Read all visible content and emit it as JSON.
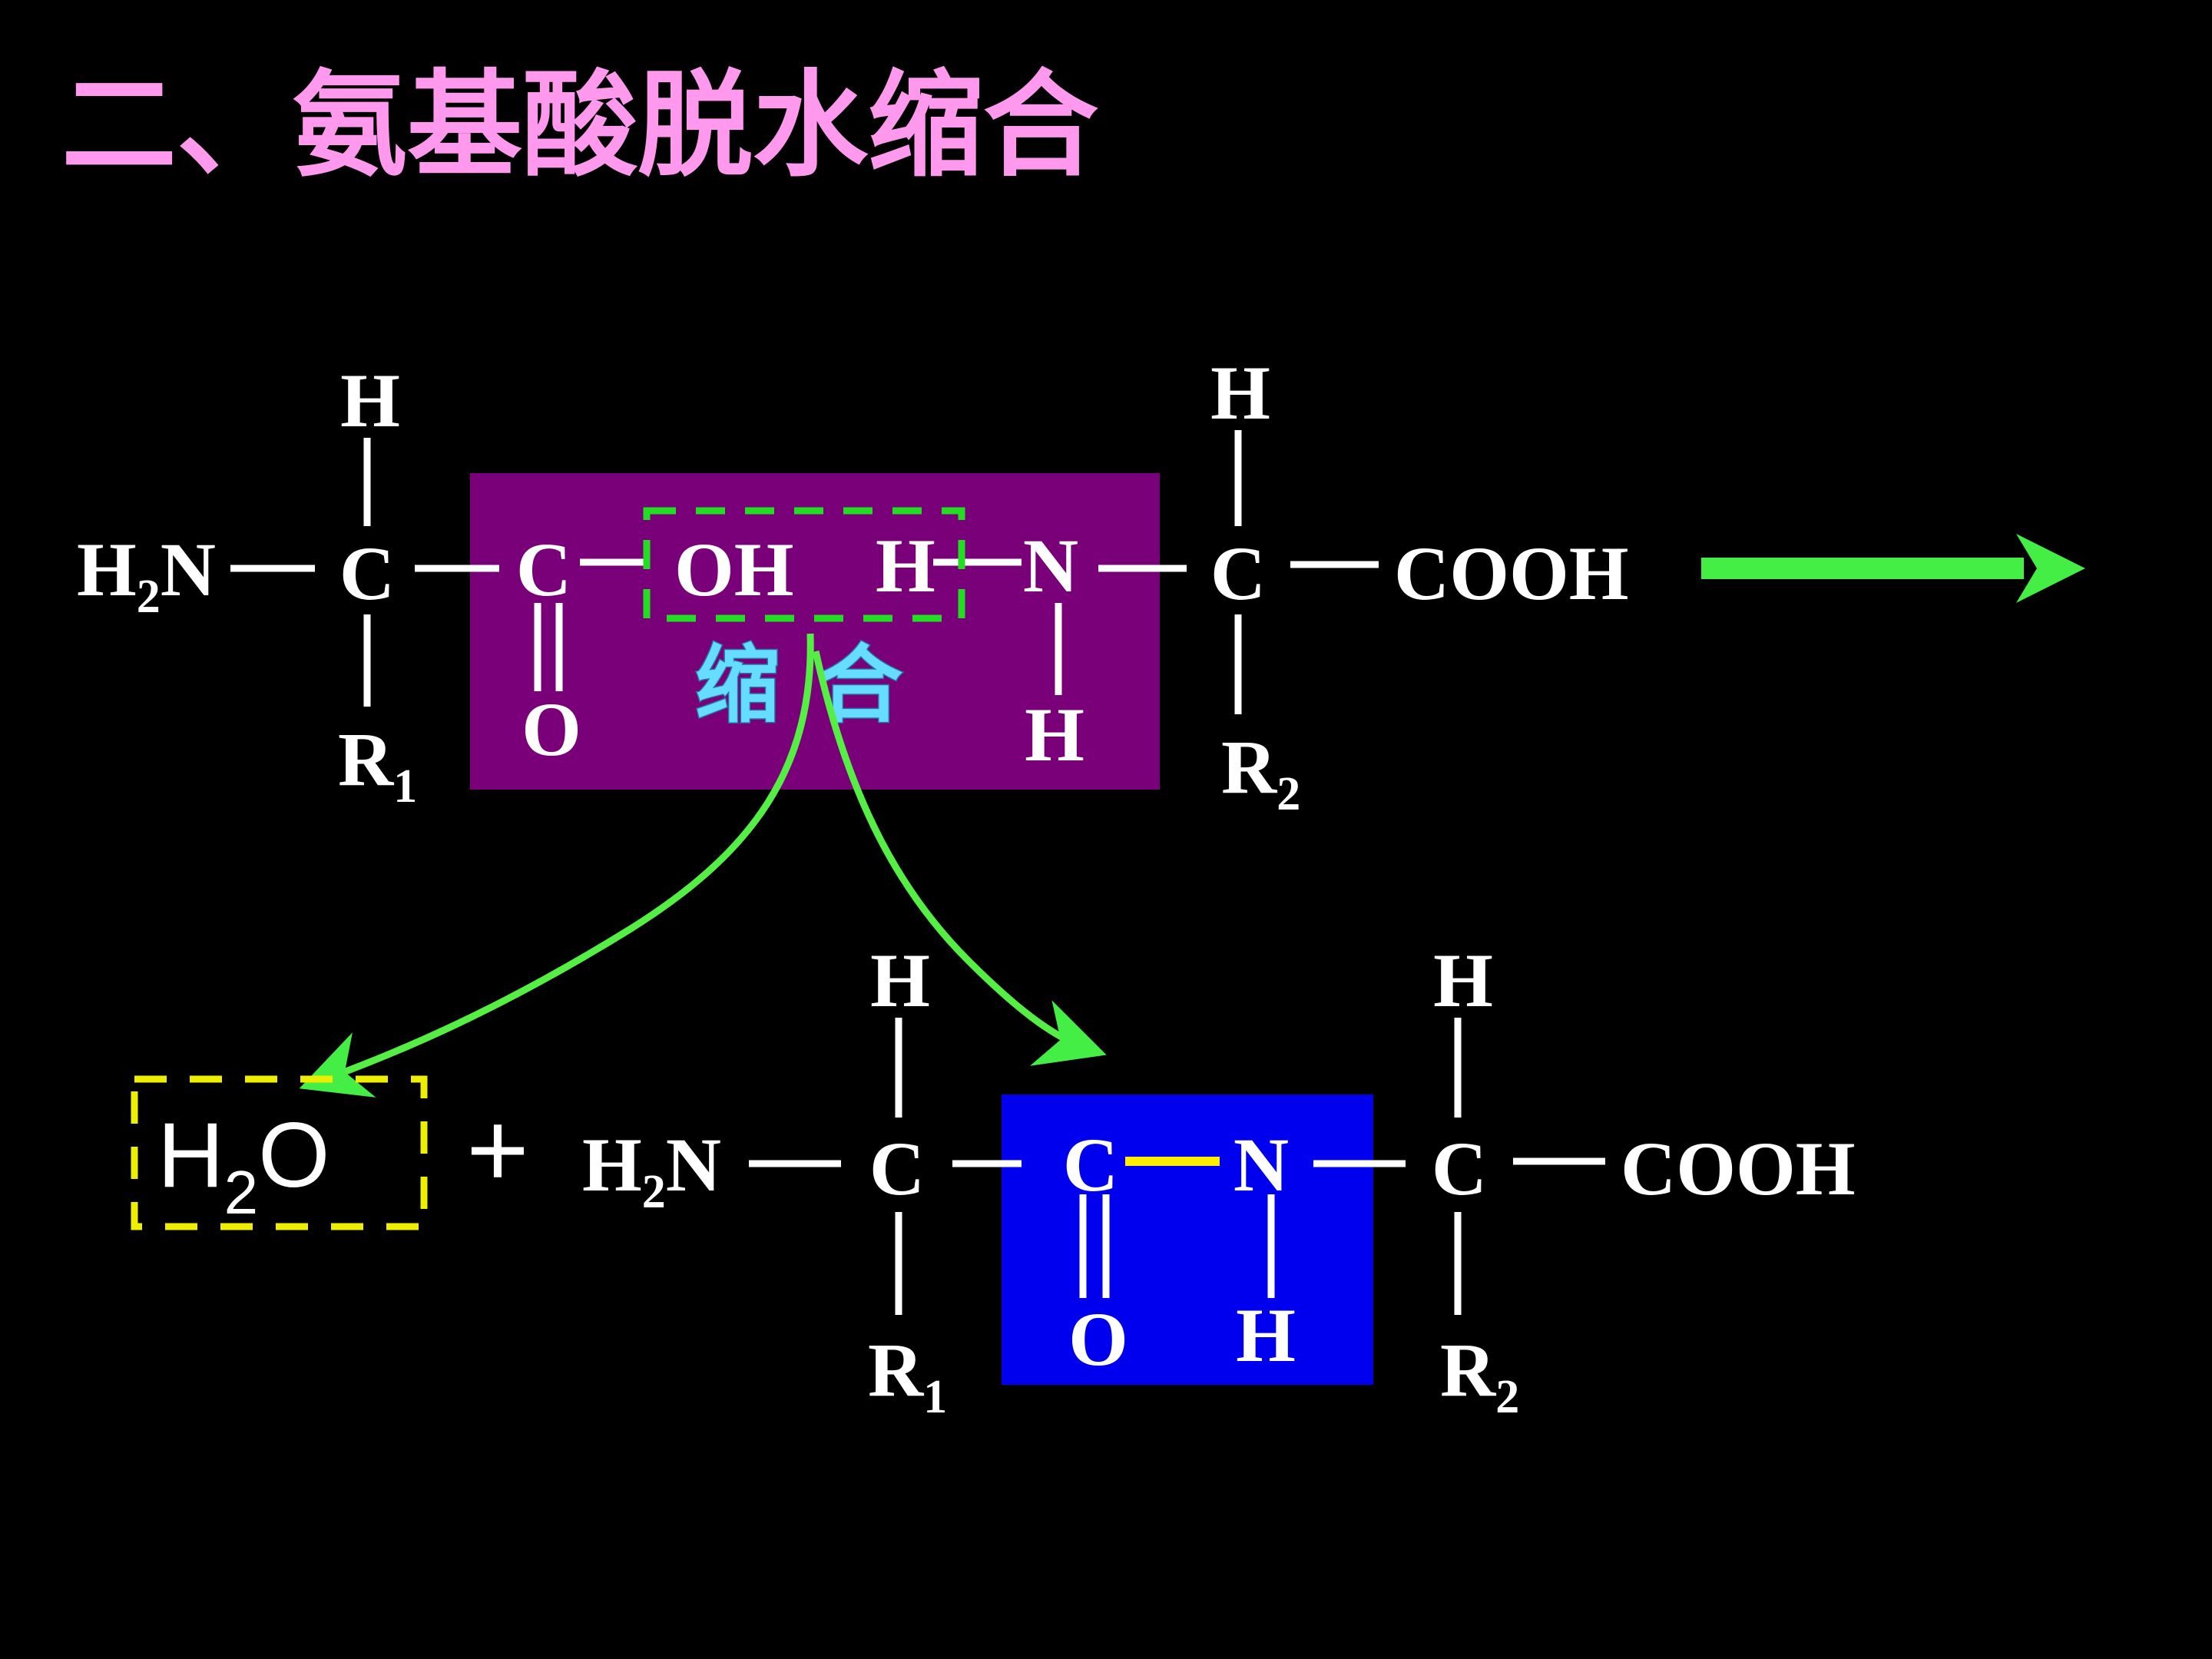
{
  "title": "二、氨基酸脱水缩合",
  "reactant": {
    "h2n_main": "H",
    "h2n_sub": "2",
    "h2n_tail": "N",
    "c1": "C",
    "h_top1": "H",
    "r1_main": "R",
    "r1_sub": "1",
    "c_carbonyl": "C",
    "o_carbonyl": "O",
    "oh": "OH",
    "h_amine": "H",
    "n": "N",
    "h_below_n": "H",
    "c2": "C",
    "h_top2": "H",
    "r2_main": "R",
    "r2_sub": "2",
    "cooh": "COOH"
  },
  "condensation_label": [
    "缩",
    "合"
  ],
  "water": {
    "main": "H",
    "sub": "2",
    "tail": "O"
  },
  "plus": "+",
  "product": {
    "h2n_main": "H",
    "h2n_sub": "2",
    "h2n_tail": "N",
    "c1": "C",
    "h_top1": "H",
    "r1_main": "R",
    "r1_sub": "1",
    "c_carbonyl": "C",
    "o_carbonyl": "O",
    "n": "N",
    "h_below_n": "H",
    "c2": "C",
    "h_top2": "H",
    "r2_main": "R",
    "r2_sub": "2",
    "cooh": "COOH"
  },
  "colors": {
    "background": "#000000",
    "title": "#ff99ee",
    "reaction_box": "#7a007a",
    "peptide_box": "#0000ee",
    "arrow": "#44ee44",
    "dashed_green": "#22dd22",
    "dashed_yellow": "#eeee00",
    "peptide_bond": "#ffee00",
    "label": "#66ddff"
  }
}
